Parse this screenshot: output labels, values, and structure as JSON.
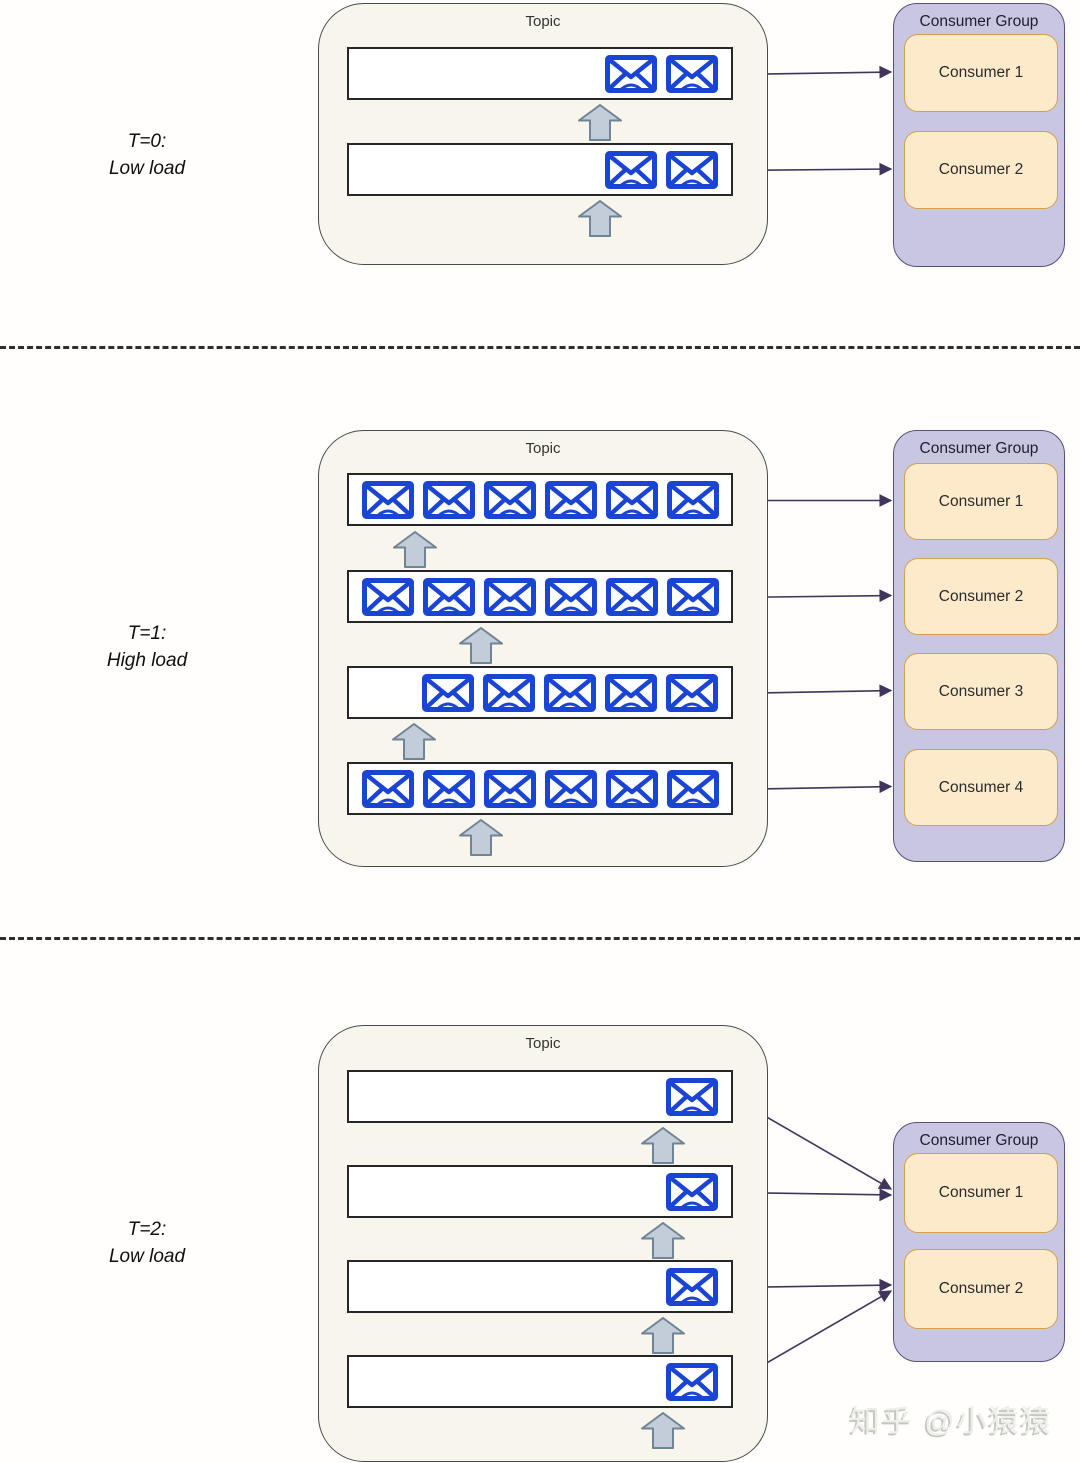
{
  "watermark": "知乎 @小猿猿",
  "colors": {
    "envelope_blue": "#1a44d4",
    "topic_fill": "#f7f5ec",
    "topic_border": "#4a4a4a",
    "partition_border": "#262626",
    "group_fill": "#c9c6e1",
    "group_border": "#56507e",
    "consumer_fill": "#fdeacb",
    "consumer_border": "#d4a04a",
    "uparrow_fill": "#c2cdd9",
    "uparrow_stroke": "#6f8494",
    "connector": "#41355c",
    "watermark_color": "#eeeeea"
  },
  "sections": [
    {
      "time_label": [
        "T=0:",
        "Low load"
      ],
      "topic_label": "Topic",
      "group_label": "Consumer Group",
      "partitions": [
        {
          "messages": 2,
          "align": "right"
        },
        {
          "messages": 2,
          "align": "right"
        }
      ],
      "consumers": [
        "Consumer 1",
        "Consumer 2"
      ],
      "links": [
        {
          "from": 0,
          "to": 0
        },
        {
          "from": 1,
          "to": 1
        }
      ]
    },
    {
      "time_label": [
        "T=1:",
        "High load"
      ],
      "topic_label": "Topic",
      "group_label": "Consumer Group",
      "partitions": [
        {
          "messages": 6,
          "align": "left"
        },
        {
          "messages": 6,
          "align": "left"
        },
        {
          "messages": 5,
          "align": "right"
        },
        {
          "messages": 6,
          "align": "left"
        }
      ],
      "consumers": [
        "Consumer 1",
        "Consumer 2",
        "Consumer 3",
        "Consumer 4"
      ],
      "links": [
        {
          "from": 0,
          "to": 0
        },
        {
          "from": 1,
          "to": 1
        },
        {
          "from": 2,
          "to": 2
        },
        {
          "from": 3,
          "to": 3
        }
      ]
    },
    {
      "time_label": [
        "T=2:",
        "Low load"
      ],
      "topic_label": "Topic",
      "group_label": "Consumer Group",
      "partitions": [
        {
          "messages": 1,
          "align": "right"
        },
        {
          "messages": 1,
          "align": "right"
        },
        {
          "messages": 1,
          "align": "right"
        },
        {
          "messages": 1,
          "align": "right"
        }
      ],
      "consumers": [
        "Consumer 1",
        "Consumer 2"
      ],
      "links": [
        {
          "from": 0,
          "to": 0
        },
        {
          "from": 1,
          "to": 0
        },
        {
          "from": 2,
          "to": 1
        },
        {
          "from": 3,
          "to": 1
        }
      ]
    }
  ]
}
